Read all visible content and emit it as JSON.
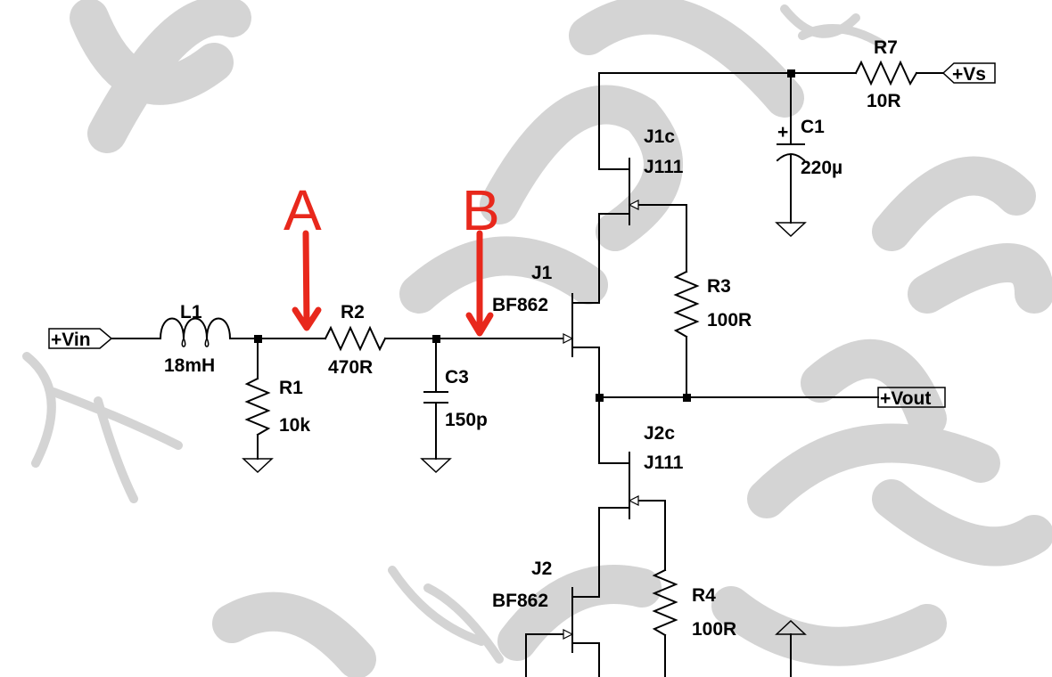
{
  "ports": {
    "vin": "+Vin",
    "vs": "+Vs",
    "vout": "+Vout"
  },
  "components": {
    "L1": {
      "name": "L1",
      "value": "18mH"
    },
    "R1": {
      "name": "R1",
      "value": "10k"
    },
    "R2": {
      "name": "R2",
      "value": "470R"
    },
    "C3": {
      "name": "C3",
      "value": "150p"
    },
    "J1": {
      "name": "J1",
      "value": "BF862"
    },
    "J1c": {
      "name": "J1c",
      "value": "J111"
    },
    "R3": {
      "name": "R3",
      "value": "100R"
    },
    "C1": {
      "name": "C1",
      "value": "220µ"
    },
    "R7": {
      "name": "R7",
      "value": "10R"
    },
    "J2c": {
      "name": "J2c",
      "value": "J111"
    },
    "J2": {
      "name": "J2",
      "value": "BF862"
    },
    "R4": {
      "name": "R4",
      "value": "100R"
    }
  },
  "annotations": {
    "A": "A",
    "B": "B",
    "polarity_plus": "+"
  },
  "colors": {
    "annotation": "#e8281c",
    "wire": "#000000",
    "watermark": "#d4d4d4"
  }
}
